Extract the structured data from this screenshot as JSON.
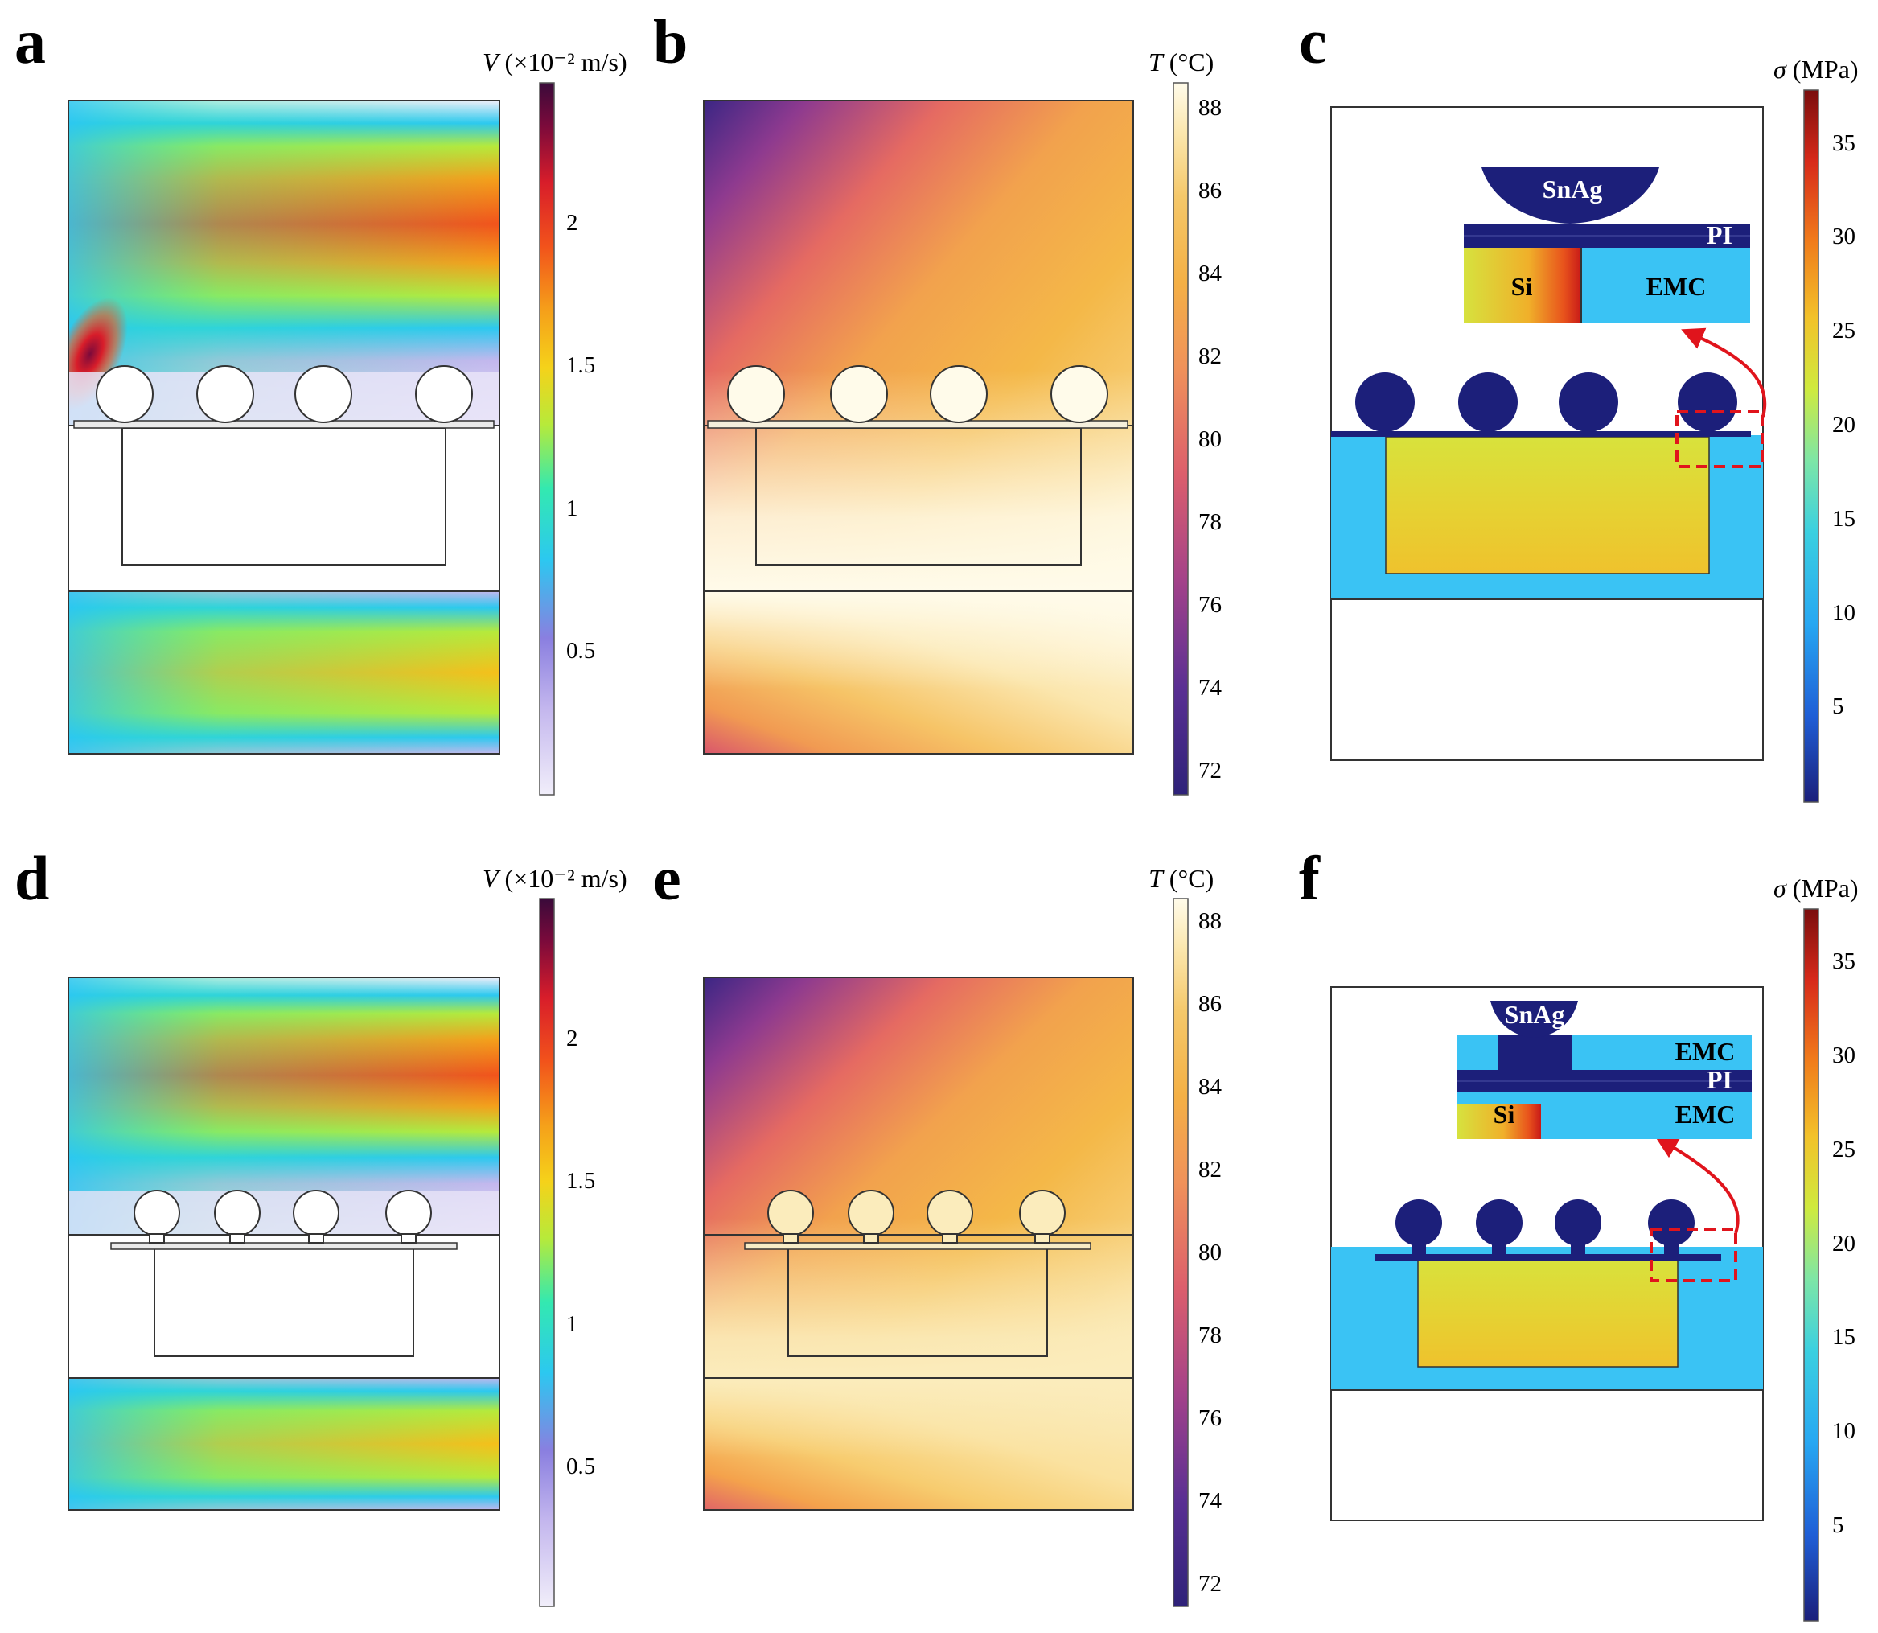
{
  "panels": {
    "a": {
      "label": "a",
      "colorbar": {
        "var": "V",
        "unit": "(×10⁻² m/s)",
        "ticks": [
          "0.5",
          "1",
          "1.5",
          "2"
        ]
      }
    },
    "b": {
      "label": "b",
      "colorbar": {
        "var": "T",
        "unit": "(°C)",
        "ticks": [
          "72",
          "74",
          "76",
          "78",
          "80",
          "82",
          "84",
          "86",
          "88"
        ]
      }
    },
    "c": {
      "label": "c",
      "colorbar": {
        "var": "σ",
        "unit": "(MPa)",
        "ticks": [
          "5",
          "10",
          "15",
          "20",
          "25",
          "30",
          "35"
        ]
      },
      "inset": {
        "solder": "SnAg",
        "layer": "PI",
        "die": "Si",
        "mold": "EMC"
      }
    },
    "d": {
      "label": "d",
      "colorbar": {
        "var": "V",
        "unit": "(×10⁻² m/s)",
        "ticks": [
          "0.5",
          "1",
          "1.5",
          "2"
        ]
      }
    },
    "e": {
      "label": "e",
      "colorbar": {
        "var": "T",
        "unit": "(°C)",
        "ticks": [
          "72",
          "74",
          "76",
          "78",
          "80",
          "82",
          "84",
          "86",
          "88"
        ]
      }
    },
    "f": {
      "label": "f",
      "colorbar": {
        "var": "σ",
        "unit": "(MPa)",
        "ticks": [
          "5",
          "10",
          "15",
          "20",
          "25",
          "30",
          "35"
        ]
      },
      "inset": {
        "solder": "SnAg",
        "mold_top": "EMC",
        "layer": "PI",
        "die": "Si",
        "mold": "EMC"
      }
    }
  },
  "colors": {
    "velocity_map": [
      "#f1eefa",
      "#c4b7ee",
      "#8a7fe0",
      "#2cc8f0",
      "#33e9b0",
      "#b7ea3a",
      "#f5d21a",
      "#f5a01a",
      "#f2531b",
      "#d81d2a",
      "#7b0a3b",
      "#3a0a3a"
    ],
    "temperature_map": [
      "#2e2279",
      "#5a2f93",
      "#a3428a",
      "#dc5e6c",
      "#f0925a",
      "#f4b045",
      "#f5c86a",
      "#fbe7ae",
      "#fffbea"
    ],
    "stress_map": [
      "#1b1f7a",
      "#1f5ed6",
      "#27a7f2",
      "#3bd0e0",
      "#7ee6a6",
      "#cfea3e",
      "#f2c22a",
      "#f07a1b",
      "#d72a1a",
      "#7a0d0d"
    ],
    "solder_ball": "#1c1f7a",
    "emc": "#3ac3f4",
    "die_stress": "#d9df3a",
    "callout": "#e0141c"
  }
}
